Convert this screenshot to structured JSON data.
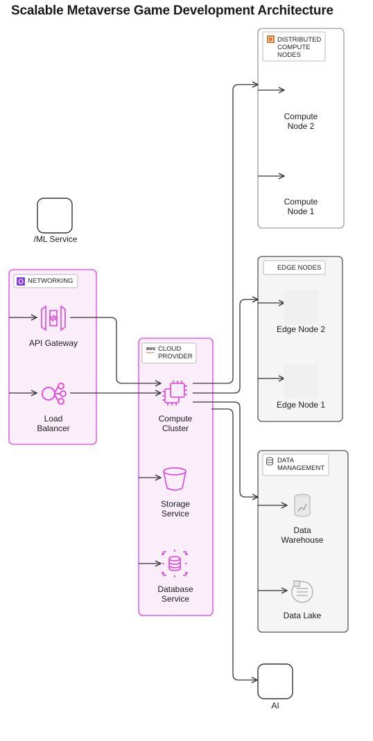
{
  "title": "Scalable Metaverse Game Development Architecture",
  "groups": {
    "distributed": "DISTRIBUTED COMPUTE NODES",
    "edge": "EDGE NODES",
    "networking": "NETWORKING",
    "cloud": "CLOUD PROVIDER",
    "data": "DATA MANAGEMENT"
  },
  "nodes": {
    "compute_node_2": "Compute\nNode 2",
    "compute_node_1": "Compute\nNode 1",
    "ml_service": "/ML Service",
    "edge_node_2": "Edge Node 2",
    "edge_node_1": "Edge Node 1",
    "api_gateway": "API Gateway",
    "load_balancer": "Load\nBalancer",
    "compute_cluster": "Compute\nCluster",
    "storage_service": "Storage\nService",
    "database_service": "Database\nService",
    "data_warehouse": "Data\nWarehouse",
    "data_lake": "Data Lake",
    "ai": "AI"
  },
  "aws_badge": "aws",
  "colors": {
    "pink": "#e040e0",
    "pink_fill": "#fbeefb",
    "gray_fill": "#f5f5f5",
    "stroke": "#333333",
    "orange": "#e8742a",
    "purple": "#8b3fd9"
  }
}
